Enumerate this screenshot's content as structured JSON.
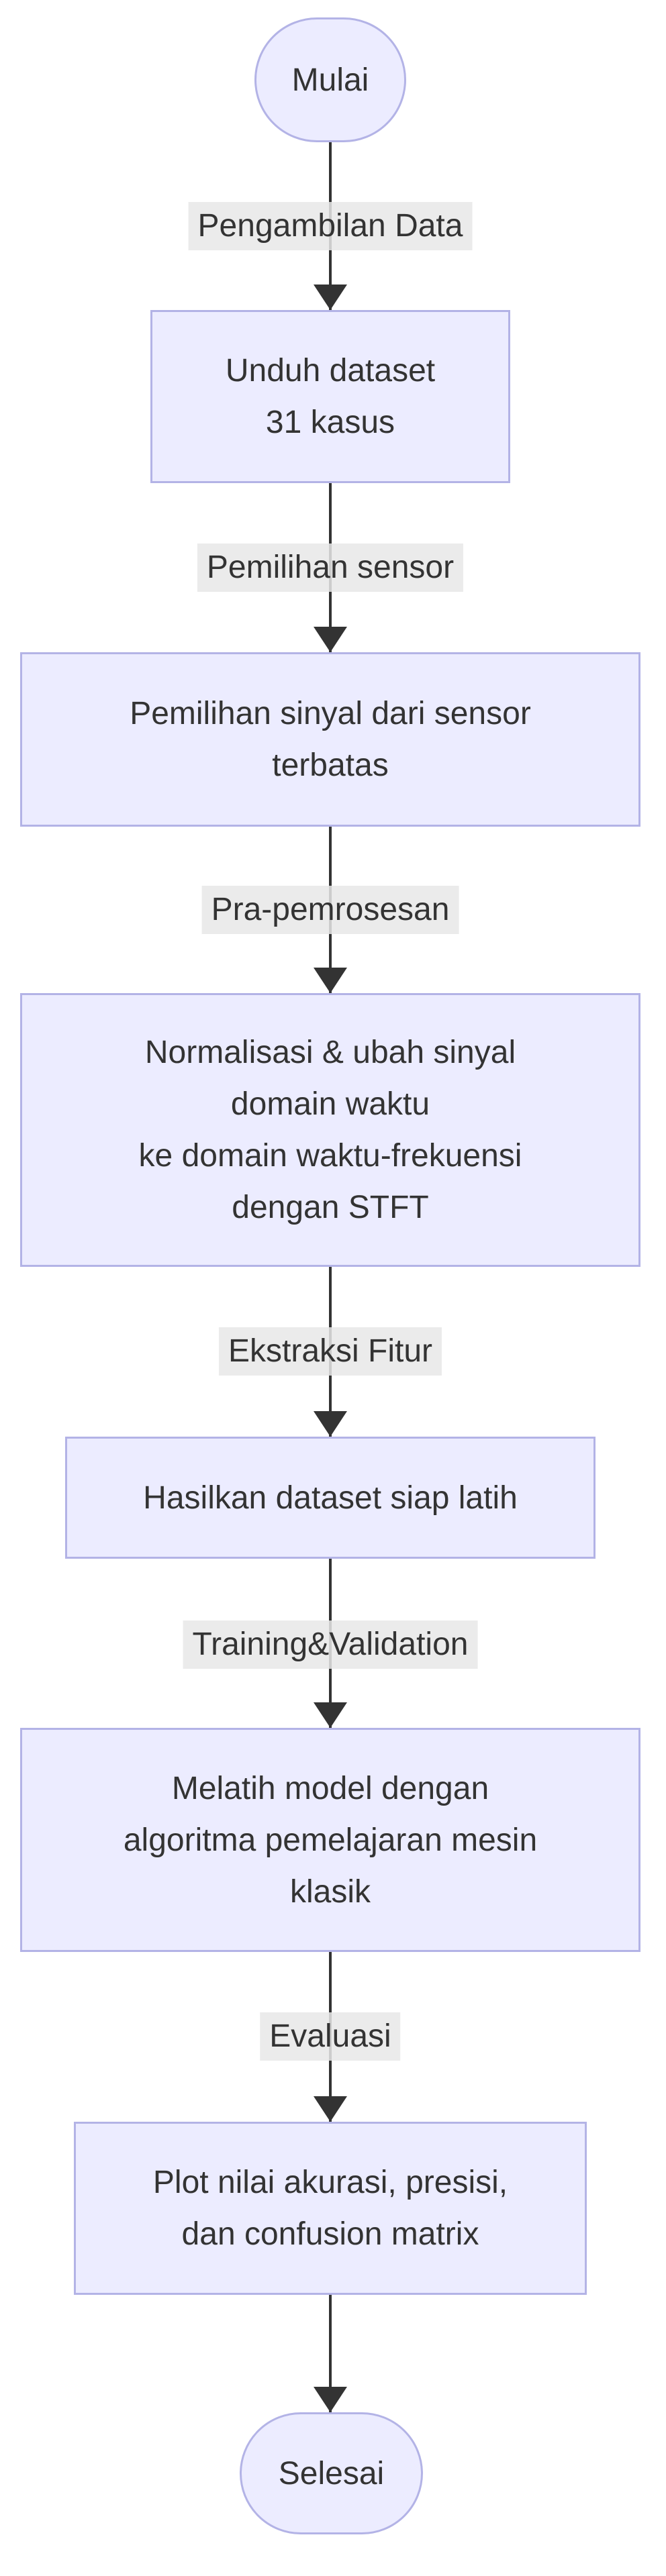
{
  "diagram": {
    "type": "flowchart",
    "direction": "top-down",
    "background": "#ffffff",
    "colors": {
      "node_fill": "#ececff",
      "node_border": "#b3b3e6",
      "edge_line": "#333333",
      "edge_label_bg": "#e8e8e8",
      "text": "#333333"
    },
    "nodes": [
      {
        "id": "mulai",
        "shape": "stadium",
        "text": "Mulai"
      },
      {
        "id": "unduh",
        "shape": "rect",
        "text": "Unduh dataset\n31 kasus"
      },
      {
        "id": "pemilihan",
        "shape": "rect",
        "text": "Pemilihan sinyal dari sensor\nterbatas"
      },
      {
        "id": "normalisasi",
        "shape": "rect",
        "text": "Normalisasi & ubah sinyal\ndomain waktu\nke domain waktu-frekuensi\ndengan STFT"
      },
      {
        "id": "hasilkan",
        "shape": "rect",
        "text": "Hasilkan dataset siap latih"
      },
      {
        "id": "melatih",
        "shape": "rect",
        "text": "Melatih model dengan\nalgoritma pemelajaran mesin\nklasik"
      },
      {
        "id": "plot",
        "shape": "rect",
        "text": "Plot nilai akurasi, presisi,\ndan confusion matrix"
      },
      {
        "id": "selesai",
        "shape": "stadium",
        "text": "Selesai"
      }
    ],
    "edges": [
      {
        "from": "mulai",
        "to": "unduh",
        "label": "Pengambilan Data"
      },
      {
        "from": "unduh",
        "to": "pemilihan",
        "label": "Pemilihan sensor"
      },
      {
        "from": "pemilihan",
        "to": "normalisasi",
        "label": "Pra-pemrosesan"
      },
      {
        "from": "normalisasi",
        "to": "hasilkan",
        "label": "Ekstraksi Fitur"
      },
      {
        "from": "hasilkan",
        "to": "melatih",
        "label": "Training&Validation"
      },
      {
        "from": "melatih",
        "to": "plot",
        "label": "Evaluasi"
      },
      {
        "from": "plot",
        "to": "selesai",
        "label": ""
      }
    ]
  }
}
